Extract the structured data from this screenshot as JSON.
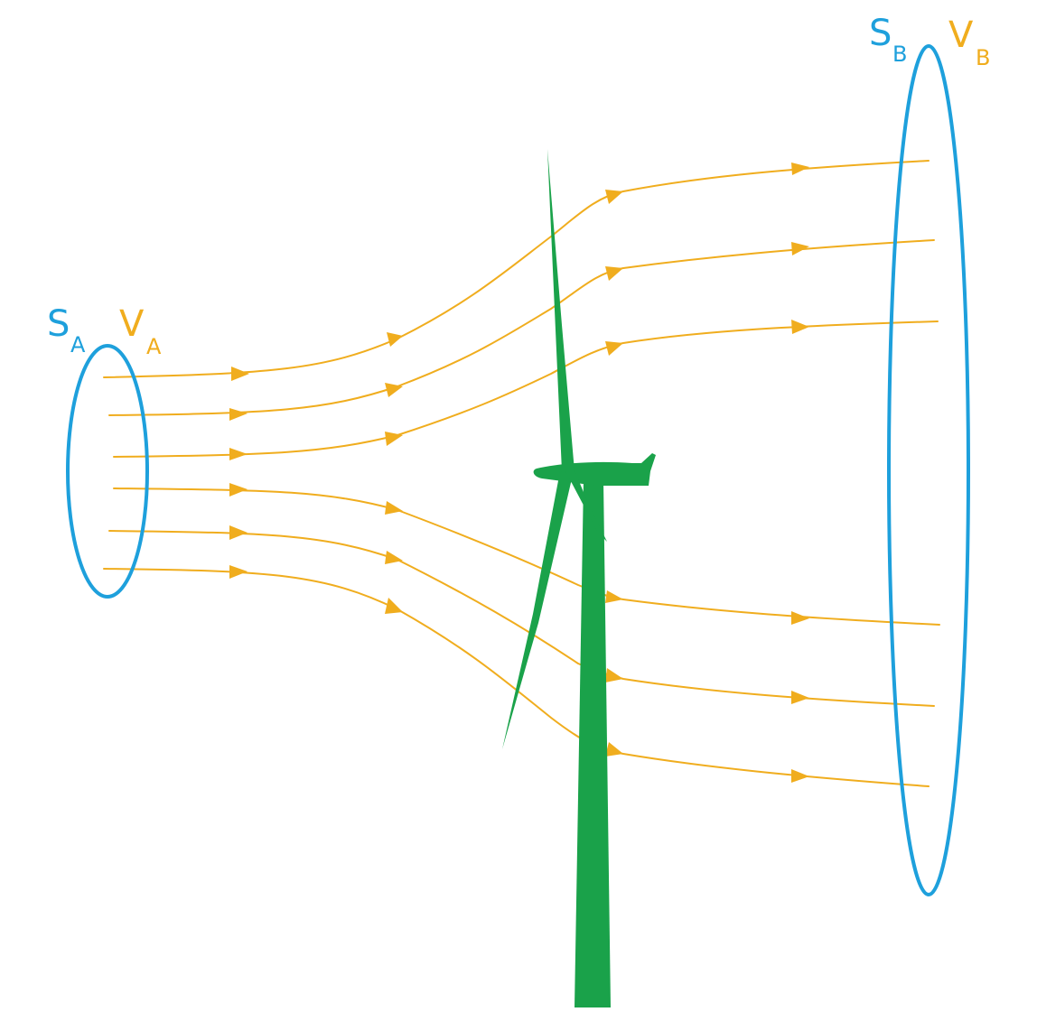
{
  "inlet": {
    "area_symbol": "S",
    "area_subscript": "A",
    "velocity_symbol": "V",
    "velocity_subscript": "A"
  },
  "outlet": {
    "area_symbol": "S",
    "area_subscript": "B",
    "velocity_symbol": "V",
    "velocity_subscript": "B"
  },
  "colors": {
    "surface": "#1ea0dc",
    "velocity": "#f0ad1e",
    "streamline": "#f0ad1e",
    "turbine": "#1aa24a"
  },
  "streamline_count": 6
}
